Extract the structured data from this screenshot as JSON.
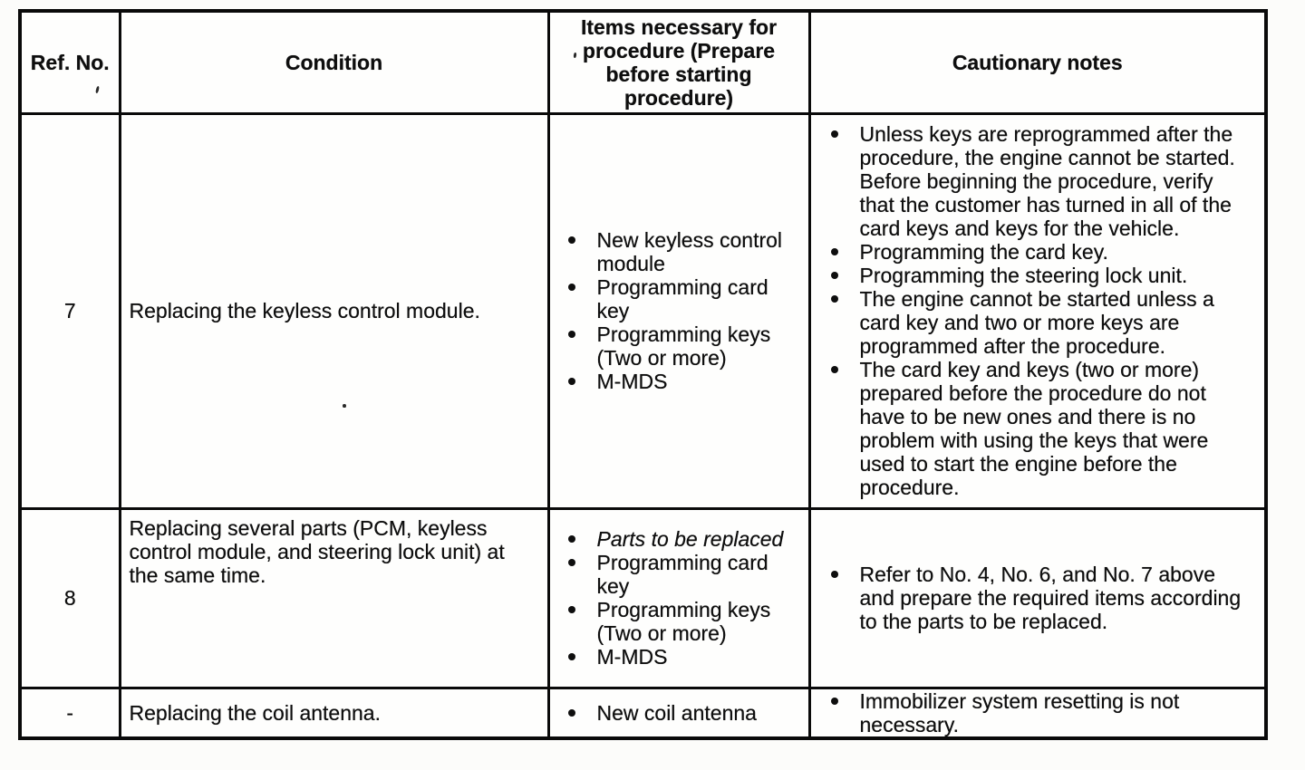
{
  "table": {
    "headers": [
      "Ref. No.",
      "Condition",
      "Items necessary for procedure (Prepare before starting procedure)",
      "Cautionary notes"
    ],
    "rows": [
      {
        "ref_no": "7",
        "condition": "Replacing the keyless control module.",
        "items": [
          "New keyless control module",
          "Programming card key",
          "Programming keys (Two or more)",
          "M-MDS"
        ],
        "cautionary_notes": [
          "Unless keys are reprogrammed after the procedure, the engine cannot be started. Before beginning the procedure, verify that the customer has turned in all of the card keys and keys for the vehicle.",
          "Programming the card key.",
          "Programming the steering lock unit.",
          "The engine cannot be started unless a card key and two or more keys are programmed after the procedure.",
          "The card key and keys (two or more) prepared before the procedure do not have to be new ones and there is no problem with using the keys that were used to start the engine before the procedure."
        ]
      },
      {
        "ref_no": "8",
        "condition": "Replacing several parts (PCM, keyless control module, and steering lock unit) at the same time.",
        "items": [
          "Parts to be replaced",
          "Programming card key",
          "Programming keys (Two or more)",
          "M-MDS"
        ],
        "cautionary_notes": [
          "Refer to No. 4, No. 6, and No. 7 above and prepare the required items according to the parts to be replaced."
        ]
      },
      {
        "ref_no": "-",
        "condition": "Replacing the coil antenna.",
        "items": [
          "New coil antenna"
        ],
        "cautionary_notes": [
          "Immobilizer system resetting is not necessary."
        ]
      }
    ]
  },
  "colors": {
    "ink": "#0e0e0e",
    "paper": "#fdfdfb",
    "border": "#0a0a0a"
  }
}
